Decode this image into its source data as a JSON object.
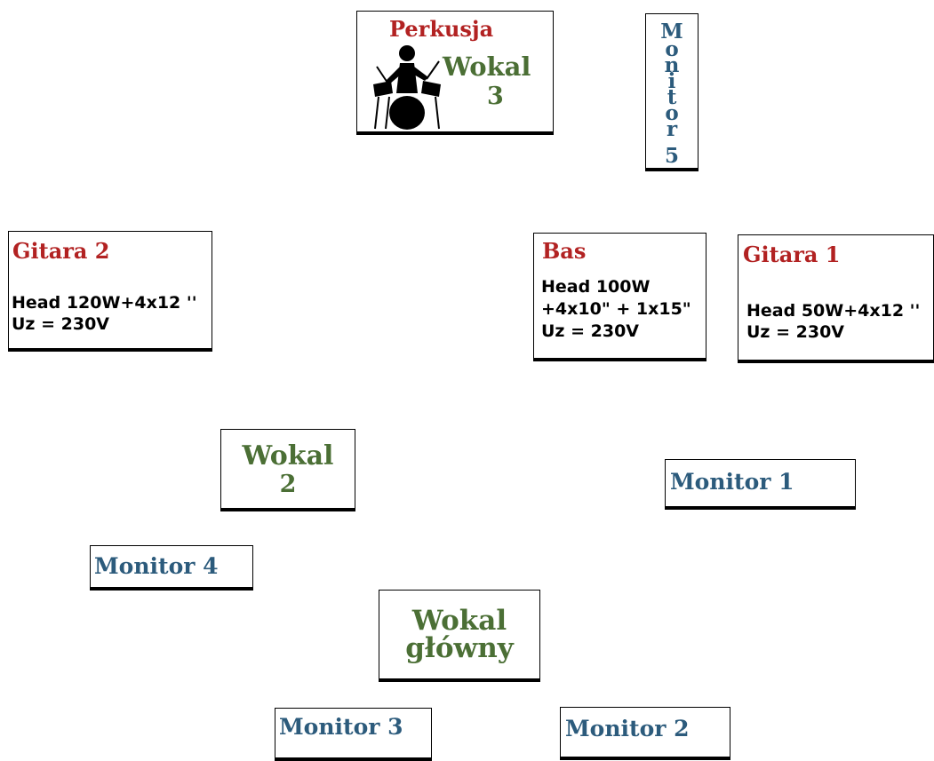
{
  "drums": {
    "title": "Perkusja",
    "vocal_line1": "Wokal",
    "vocal_line2": "3"
  },
  "monitor5": {
    "chars": [
      "M",
      "o",
      "n",
      "i",
      "t",
      "o",
      "r",
      "5"
    ]
  },
  "guitar2": {
    "title": "Gitara 2",
    "spec_line1": "Head 120W+4x12 ''",
    "spec_line2": "Uz = 230V"
  },
  "bass": {
    "title": "Bas",
    "spec_line1": "Head 100W",
    "spec_line2": "+4x10\" + 1x15\"",
    "spec_line3": "Uz = 230V"
  },
  "guitar1": {
    "title": "Gitara 1",
    "spec_line1": "Head 50W+4x12 ''",
    "spec_line2": "Uz = 230V"
  },
  "vocal2": {
    "line1": "Wokal",
    "line2": "2"
  },
  "monitor1": {
    "label": "Monitor 1"
  },
  "monitor4": {
    "label": "Monitor 4"
  },
  "main_vocal": {
    "line1": "Wokal",
    "line2": "główny"
  },
  "monitor3": {
    "label": "Monitor 3"
  },
  "monitor2": {
    "label": "Monitor 2"
  },
  "colors": {
    "instrument": "#b22222",
    "vocal": "#4b6f35",
    "monitor": "#2c5b7c"
  }
}
